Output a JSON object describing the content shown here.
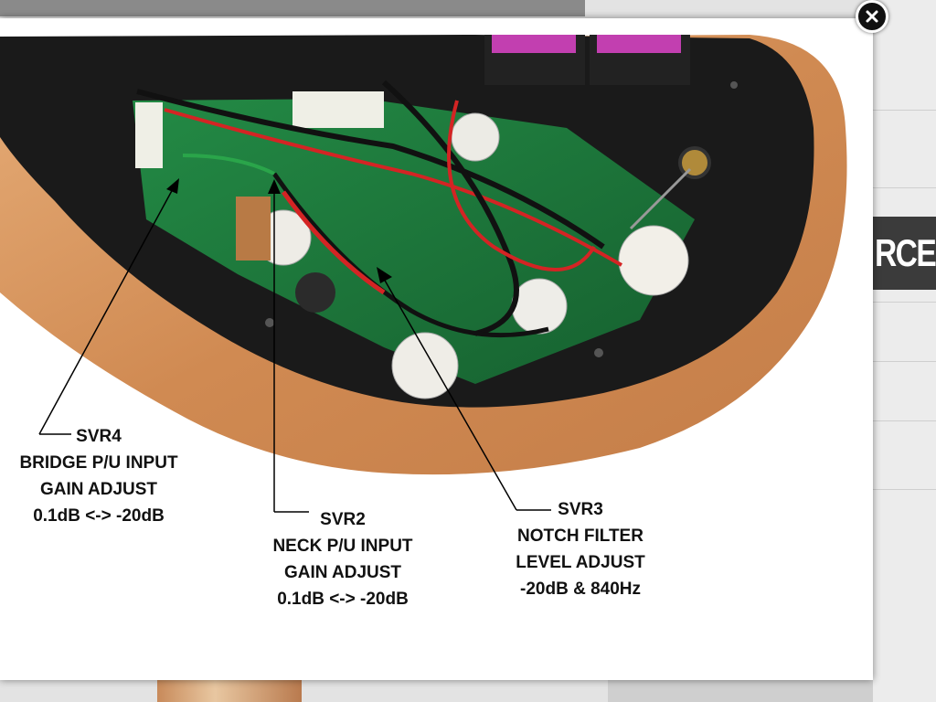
{
  "background": {
    "banner_text": "RCES"
  },
  "lightbox": {
    "close_icon": "close-icon",
    "callouts": [
      {
        "id": "svr4",
        "lines": [
          "SVR4",
          "BRIDGE P/U INPUT",
          "GAIN ADJUST",
          "0.1dB <-> -20dB"
        ]
      },
      {
        "id": "svr2",
        "lines": [
          "SVR2",
          "NECK P/U INPUT",
          "GAIN ADJUST",
          "0.1dB <-> -20dB"
        ]
      },
      {
        "id": "svr3",
        "lines": [
          "SVR3",
          "NOTCH FILTER",
          "LEVEL ADJUST",
          "-20dB & 840Hz"
        ]
      }
    ]
  },
  "colors": {
    "wood": "#d9975e",
    "pcb": "#1f7a3e",
    "battery": "#c23fb0"
  }
}
